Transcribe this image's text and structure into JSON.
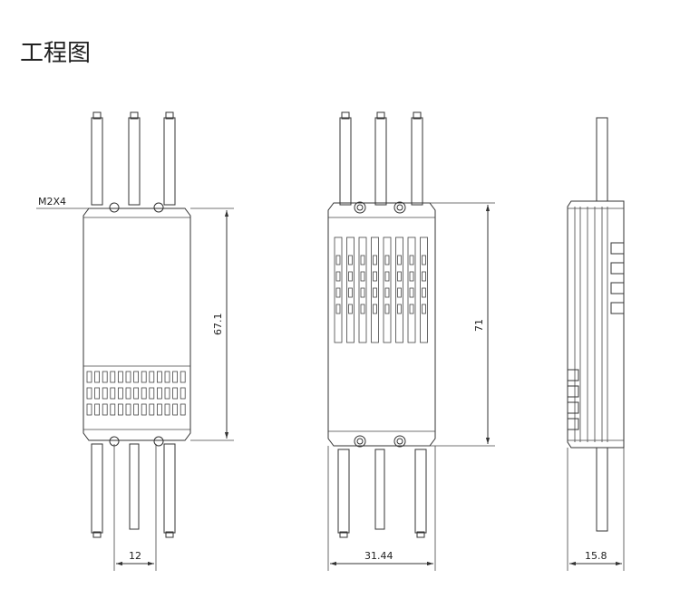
{
  "title": "工程图",
  "labels": {
    "m2x4": "M2X4",
    "height_front": "67.1",
    "height_back": "71",
    "width_front": "12",
    "width_back": "31.44",
    "width_side": "15.8"
  }
}
